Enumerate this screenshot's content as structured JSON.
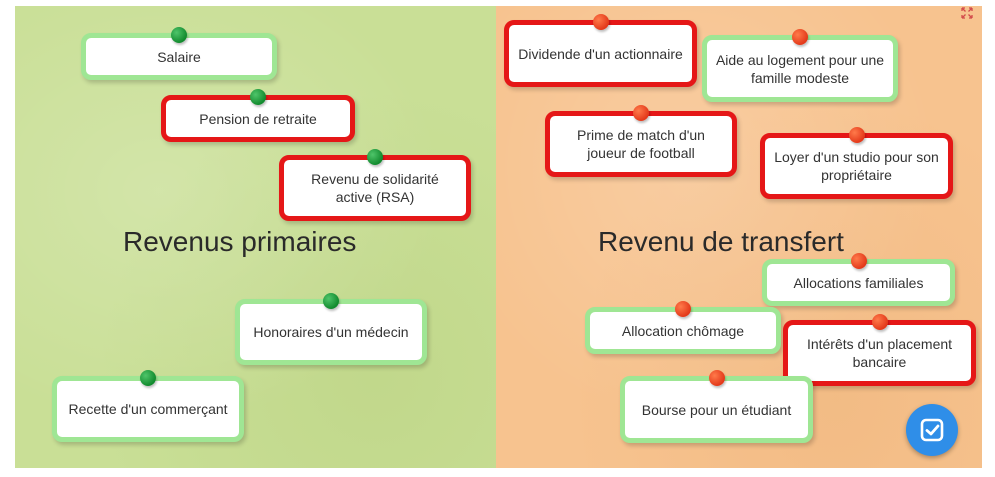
{
  "boards": {
    "left": {
      "title": "Revenus primaires",
      "color": "#c9df96"
    },
    "right": {
      "title": "Revenu de transfert",
      "color": "#f7c38f"
    }
  },
  "cards": {
    "salaire": {
      "label": "Salaire",
      "status": "correct"
    },
    "pension": {
      "label": "Pension de retraite",
      "status": "incorrect"
    },
    "rsa": {
      "label": "Revenu de solidarité active (RSA)",
      "status": "incorrect"
    },
    "honoraires": {
      "label": "Honoraires d'un médecin",
      "status": "correct"
    },
    "recette": {
      "label": "Recette d'un commerçant",
      "status": "correct"
    },
    "dividende": {
      "label": "Dividende d'un actionnaire",
      "status": "incorrect"
    },
    "aide_logement": {
      "label": "Aide au logement pour une famille modeste",
      "status": "correct"
    },
    "prime_match": {
      "label": "Prime de match d'un joueur de football",
      "status": "incorrect"
    },
    "loyer": {
      "label": "Loyer d'un studio pour son propriétaire",
      "status": "incorrect"
    },
    "allocations_familiales": {
      "label": "Allocations familiales",
      "status": "correct"
    },
    "allocation_chomage": {
      "label": "Allocation chômage",
      "status": "correct"
    },
    "interets": {
      "label": "Intérêts d'un placement bancaire",
      "status": "incorrect"
    },
    "bourse": {
      "label": "Bourse pour un étudiant",
      "status": "correct"
    }
  },
  "colors": {
    "correct_border": "#9fe694",
    "incorrect_border": "#e51717",
    "pin_left": "#128a2e",
    "pin_right": "#e3391a",
    "validate_button": "#2f8ee8"
  },
  "icons": {
    "validate": "check-square-icon",
    "fullscreen": "fullscreen-icon"
  }
}
